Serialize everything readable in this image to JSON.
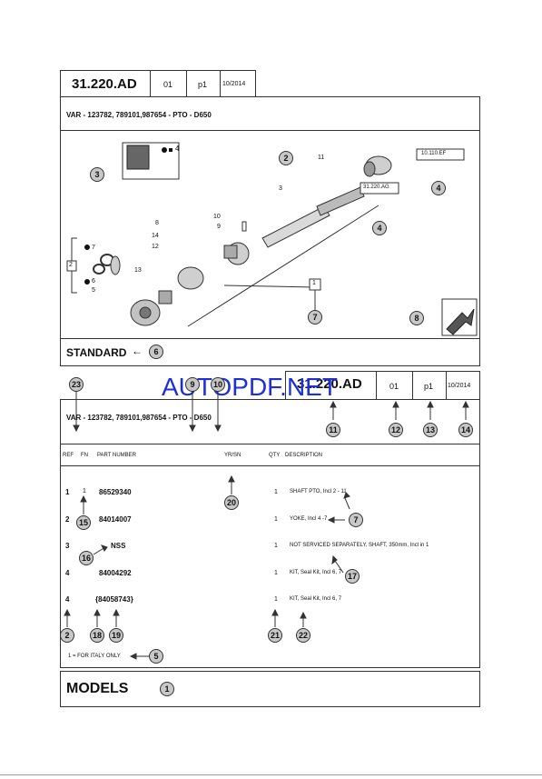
{
  "top": {
    "page_id": "31.220.AD",
    "rev": "01",
    "page": "p1",
    "date": "10/2014",
    "var_line": "VAR - 123782, 789101,987654 - PTO - D650",
    "standard_label": "STANDARD",
    "diagram": {
      "ref_10110": "10.110.EF",
      "ref_31220": "31.220.AG",
      "kit_label": "4",
      "labels": [
        "11",
        "3",
        "10",
        "9",
        "8",
        "14",
        "12",
        "13",
        "7",
        "6",
        "5"
      ],
      "callouts": [
        "3",
        "2",
        "4",
        "4",
        "8",
        "7",
        "6"
      ]
    }
  },
  "bottom": {
    "watermark": "AUTOPDF.NET",
    "page_id": "31.220.AD",
    "rev": "01",
    "page": "p1",
    "date": "10/2014",
    "var_line": "VAR - 123782, 789101,987654 - PTO - D650",
    "columns": {
      "ref": "REF",
      "fn": "FN",
      "part": "PART NUMBER",
      "yrsn": "YR/SN",
      "qty": "QTY",
      "desc": "DESCRIPTION"
    },
    "rows": [
      {
        "ref": "1",
        "fn": "1",
        "part": "86529340",
        "qty": "1",
        "desc": "SHAFT PTO, Incl 2 - 11"
      },
      {
        "ref": "2",
        "fn": "",
        "part": "84014007",
        "qty": "1",
        "desc": "YOKE, Incl 4 -7"
      },
      {
        "ref": "3",
        "fn": "",
        "part": "NSS",
        "qty": "1",
        "desc": "NOT SERVICED SEPARATELY, SHAFT, 350mm, Incl in 1"
      },
      {
        "ref": "4",
        "fn": "",
        "part": "84004292",
        "qty": "1",
        "desc": "KIT, Seal Kit, Incl 6, 7"
      },
      {
        "ref": "4",
        "fn": "",
        "part": "{84058743}",
        "qty": "1",
        "desc": "KIT, Seal Kit, Incl 6, 7"
      }
    ],
    "footnote": "1 = FOR ITALY ONLY",
    "callouts": {
      "c23": "23",
      "c9": "9",
      "c10": "10",
      "c11": "11",
      "c12": "12",
      "c13": "13",
      "c14": "14",
      "c20": "20",
      "c7": "7",
      "c15": "15",
      "c16": "16",
      "c17": "17",
      "c2": "2",
      "c18": "18",
      "c19": "19",
      "c21": "21",
      "c22": "22",
      "c5": "5",
      "c1": "1"
    },
    "models_label": "MODELS"
  }
}
